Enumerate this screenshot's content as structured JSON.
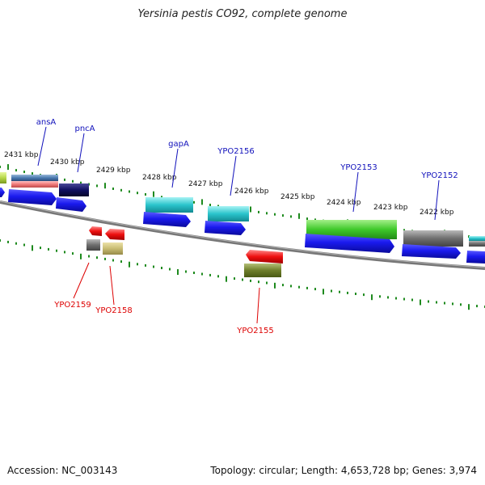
{
  "title": "Yersinia pestis CO92, complete genome",
  "accession": "Accession: NC_003143",
  "stats": "Topology: circular; Length: 4,653,728 bp; Genes: 3,974",
  "ticks": {
    "forward": [
      "2431 kbp",
      "2430 kbp",
      "2429 kbp",
      "2428 kbp",
      "2427 kbp",
      "2426 kbp",
      "2425 kbp",
      "2424 kbp",
      "2423 kbp",
      "2422 kbp"
    ]
  },
  "labels": {
    "forward": [
      "ansA",
      "pncA",
      "gapA",
      "YPO2156",
      "YPO2153",
      "YPO2152"
    ],
    "reverse": [
      "YPO2159",
      "YPO2158",
      "YPO2155"
    ]
  },
  "colors": {
    "forward_label": "#1111bb",
    "reverse_label": "#dd0000",
    "tick": "#1e8a1e",
    "cds": "#1a1aee",
    "backbone": "#7a7a7a"
  }
}
